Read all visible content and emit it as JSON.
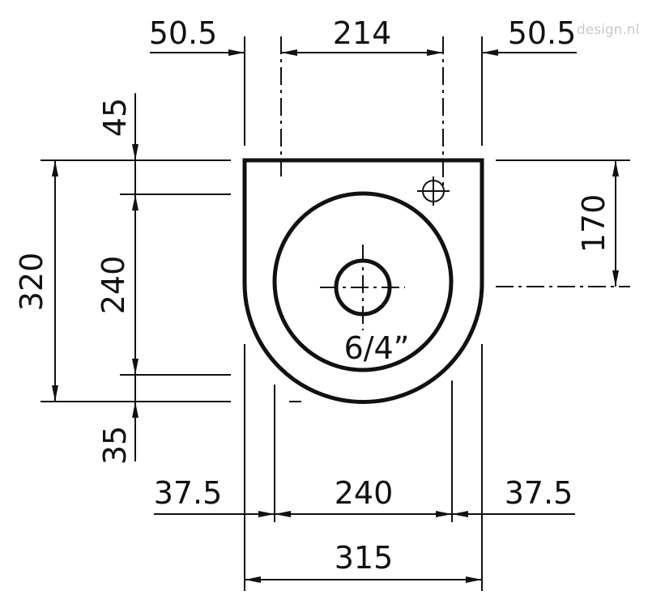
{
  "watermark": "design.nl",
  "labels": {
    "top_left": "50.5",
    "top_middle": "214",
    "top_right": "50.5",
    "left_upper": "45",
    "left_total": "320",
    "left_inner": "240",
    "left_lower": "35",
    "right_height": "170",
    "drain_size": "6/4”",
    "bottom_left": "37.5",
    "bottom_middle": "240",
    "bottom_right": "37.5",
    "bottom_total": "315"
  }
}
